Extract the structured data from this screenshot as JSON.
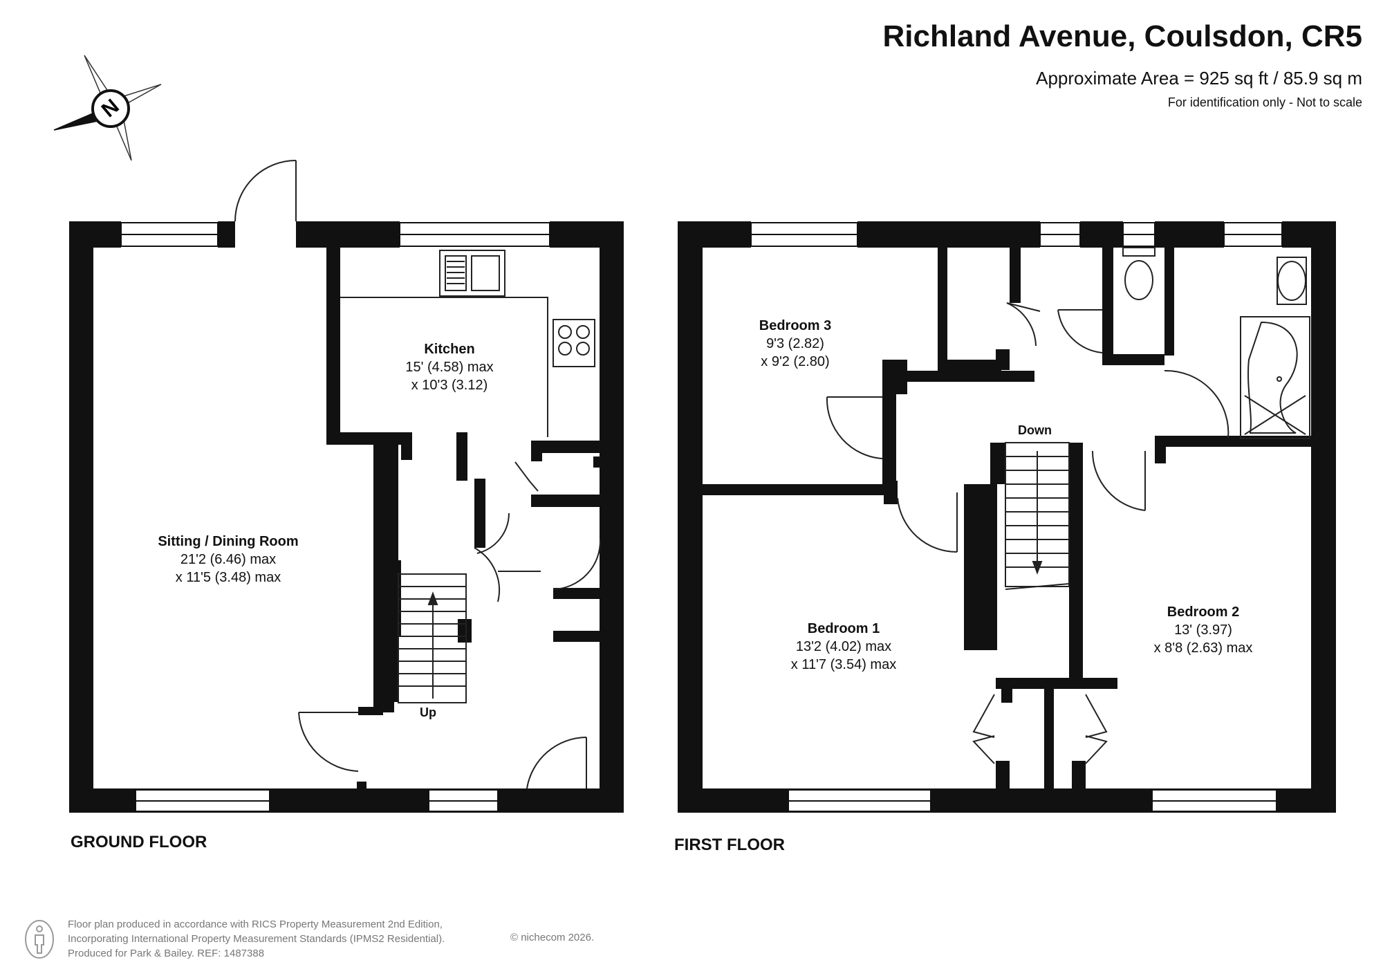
{
  "header": {
    "title": "Richland Avenue, Coulsdon, CR5",
    "area": "Approximate Area = 925 sq ft / 85.9 sq m",
    "note": "For identification only - Not to scale"
  },
  "compass": {
    "label": "N"
  },
  "ground_floor": {
    "label": "GROUND FLOOR",
    "stairs_label": "Up",
    "rooms": {
      "sitting_dining": {
        "name": "Sitting / Dining Room",
        "dim1": "21'2 (6.46) max",
        "dim2": "x 11'5 (3.48) max"
      },
      "kitchen": {
        "name": "Kitchen",
        "dim1": "15' (4.58) max",
        "dim2": "x 10'3 (3.12)"
      }
    }
  },
  "first_floor": {
    "label": "FIRST FLOOR",
    "stairs_label": "Down",
    "rooms": {
      "bedroom3": {
        "name": "Bedroom 3",
        "dim1": "9'3 (2.82)",
        "dim2": "x 9'2 (2.80)"
      },
      "bedroom1": {
        "name": "Bedroom 1",
        "dim1": "13'2 (4.02) max",
        "dim2": "x 11'7 (3.54) max"
      },
      "bedroom2": {
        "name": "Bedroom 2",
        "dim1": "13' (3.97)",
        "dim2": "x 8'8 (2.63) max"
      }
    }
  },
  "footer": {
    "line1": "Floor plan produced in accordance with RICS Property Measurement 2nd Edition,",
    "line2": "Incorporating International Property Measurement Standards (IPMS2 Residential).",
    "line3": "Produced for Park & Bailey.   REF:  1487388",
    "copyright": "© nichecom 2026."
  },
  "colors": {
    "wall": "#111111",
    "line": "#222222",
    "footer_text": "#777777"
  }
}
